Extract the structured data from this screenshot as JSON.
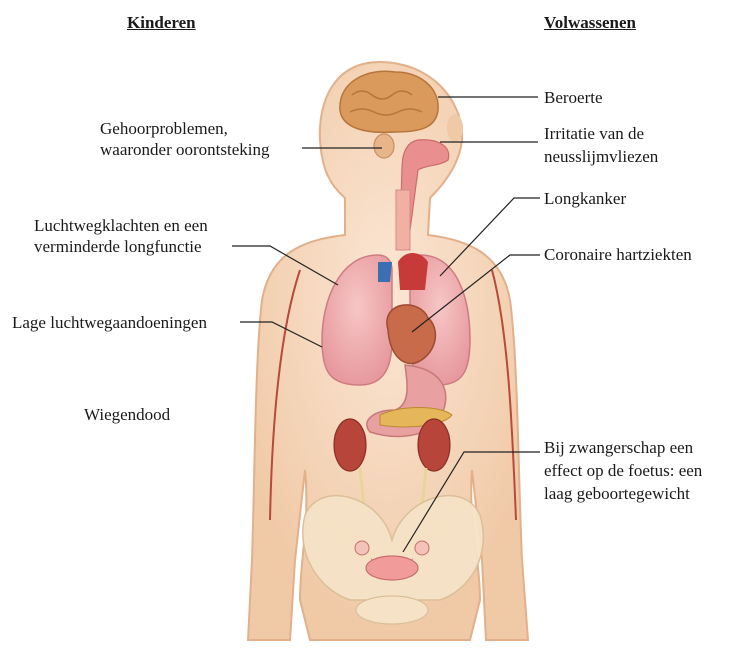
{
  "headers": {
    "left": "Kinderen",
    "right": "Volwassenen"
  },
  "children_labels": [
    "Gehoorproblemen,",
    "waaronder oorontsteking",
    "Luchtwegklachten en een",
    "verminderde longfunctie",
    "Lage luchtwegaandoeningen",
    "Wiegendood"
  ],
  "adult_labels": [
    "Beroerte",
    "Irritatie van de",
    "neusslijmvliezen",
    "Longkanker",
    "Coronaire hartziekten",
    "Bij zwangerschap een",
    "effect op de foetus: een",
    "laag geboortegewicht"
  ]
}
